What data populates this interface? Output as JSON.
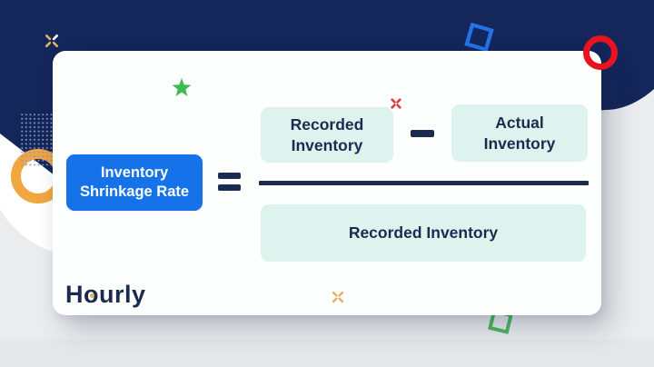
{
  "title": "Inventory Shrinkage Rate formula card",
  "colors": {
    "navy": "#14265A",
    "gray-bg": "#EBECEE",
    "gray-strip": "#E6E7EA",
    "card-bg": "#FDFEFE",
    "chip-bg": "#1672E8",
    "chip-text": "#FFFFFF",
    "box-bg": "#DEF2EE",
    "ink": "#1B2B50",
    "orange": "#F2A640",
    "red": "#E8131C",
    "blue-square": "#2273E8",
    "green-square": "#4DB960",
    "green-star": "#3DBB51",
    "gold": "#DDB45C",
    "red-sparkle": "#D93A3F",
    "dots": "#8D9BC0",
    "white": "#FFFFFF"
  },
  "formula": {
    "label": "Inventory Shrinkage Rate",
    "equals_sign": "=",
    "minus_sign": "−",
    "numerator_left": "Recorded Inventory",
    "numerator_right": "Actual Inventory",
    "denominator": "Recorded Inventory"
  },
  "logo": {
    "text": "Hourly"
  },
  "decorations": {
    "top_left_sparkle": "sparkle-icon",
    "green_star": "star-icon",
    "blue_square": "square-outline-icon",
    "red_ring": "circle-outline-icon",
    "orange_ring": "circle-outline-icon",
    "red_sparkle": "sparkle-icon",
    "yellow_sparkle": "sparkle-icon",
    "green_square": "square-outline-icon",
    "dot_grid": "dot-grid-pattern"
  }
}
